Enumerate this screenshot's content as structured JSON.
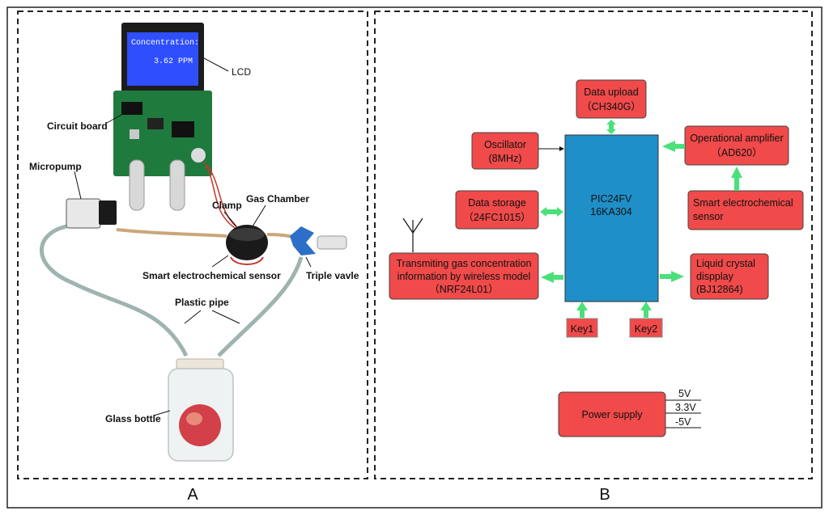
{
  "panels": {
    "a_letter": "A",
    "b_letter": "B"
  },
  "photo": {
    "lcd_screen_line1": "Concentration:",
    "lcd_screen_line2": "3.62 PPM",
    "labels": {
      "lcd": "LCD",
      "circuit_board": "Circuit board",
      "micropump": "Micropump",
      "clamp": "Clamp",
      "gas_chamber": "Gas Chamber",
      "smart_sensor": "Smart electrochemical sensor",
      "triple_valve": "Triple vavle",
      "plastic_pipe": "Plastic pipe",
      "glass_bottle": "Glass bottle"
    }
  },
  "diagram": {
    "mcu_line1": "PIC24FV",
    "mcu_line2": "16KA304",
    "data_upload_1": "Data upload",
    "data_upload_2": "（CH340G）",
    "oscillator_1": "Oscillator",
    "oscillator_2": "(8MHz)",
    "opamp_1": "Operational amplifier",
    "opamp_2": "（AD620）",
    "storage_1": "Data storage",
    "storage_2": "（24FC1015）",
    "sensor_1": "Smart electrochemical",
    "sensor_2": "sensor",
    "wireless_1": "Transmiting gas concentration",
    "wireless_2": "information by wireless model",
    "wireless_3": "（NRF24L01）",
    "lcd_1": "Liquid crystal",
    "lcd_2": "dispplay",
    "lcd_3": "(BJ12864)",
    "key1": "Key1",
    "key2": "Key2",
    "power": "Power supply",
    "v5": "5V",
    "v33": "3.3V",
    "vneg5": "-5V"
  },
  "colors": {
    "box_red": "#f04a4a",
    "mcu_blue": "#1f8fc8",
    "arrow_green": "#4be07a",
    "lcd_blue": "#2f4fff"
  }
}
